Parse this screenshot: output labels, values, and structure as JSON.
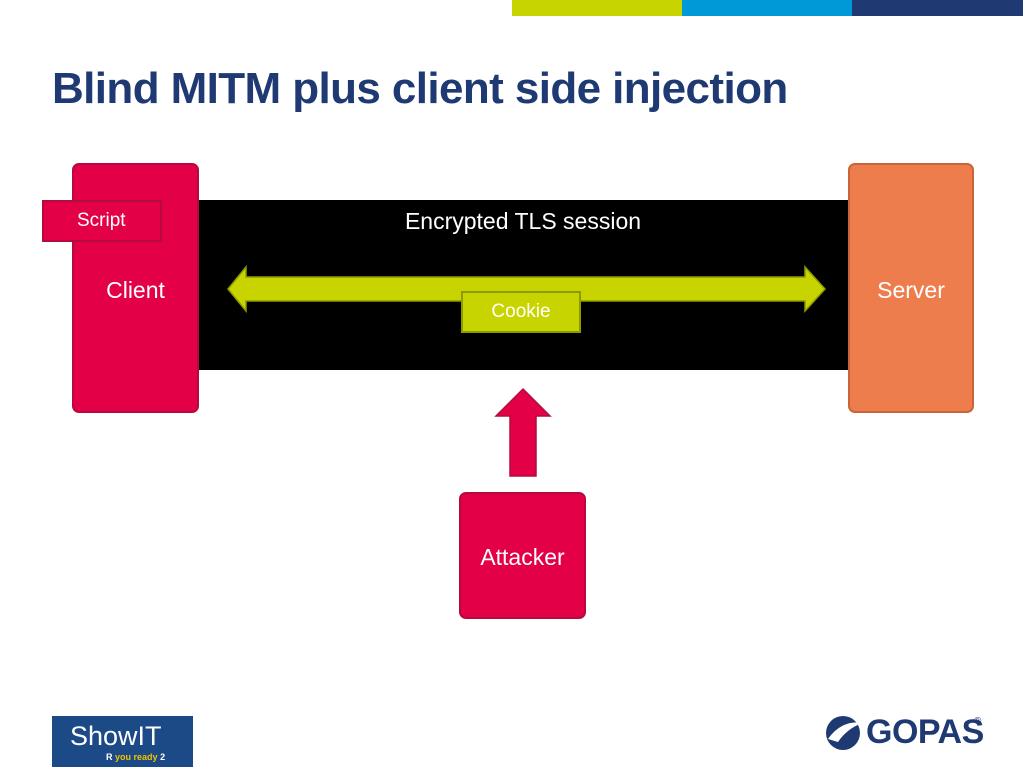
{
  "slide": {
    "title": "Blind MITM plus client side injection"
  },
  "diagram": {
    "tls_session_label": "Encrypted TLS session",
    "client_label": "Client",
    "server_label": "Server",
    "attacker_label": "Attacker",
    "script_label": "Script",
    "cookie_label": "Cookie"
  },
  "footer": {
    "showit_logo": "ShowIT",
    "showit_tagline_r": "R",
    "showit_tagline_mid": "you ready",
    "showit_tagline_num": "2",
    "gopas_logo": "GOPAS",
    "gopas_reg": "®"
  },
  "colors": {
    "title": "#1f3a73",
    "bar_1": "#c8d400",
    "bar_2": "#0099d8",
    "bar_3": "#1f3a73",
    "tls_band": "#000000",
    "client": "#e30046",
    "server": "#ee7d4d",
    "attacker": "#e30046",
    "script": "#e30046",
    "cookie": "#c8d400",
    "double_arrow": "#c8d400",
    "up_arrow": "#e30046",
    "showit_bg": "#1c4a86",
    "gopas": "#1f3a73"
  },
  "icons": {
    "gopas_mark": "gopas-swoosh-icon",
    "connection": "double-arrow-icon",
    "attack": "up-arrow-icon"
  }
}
